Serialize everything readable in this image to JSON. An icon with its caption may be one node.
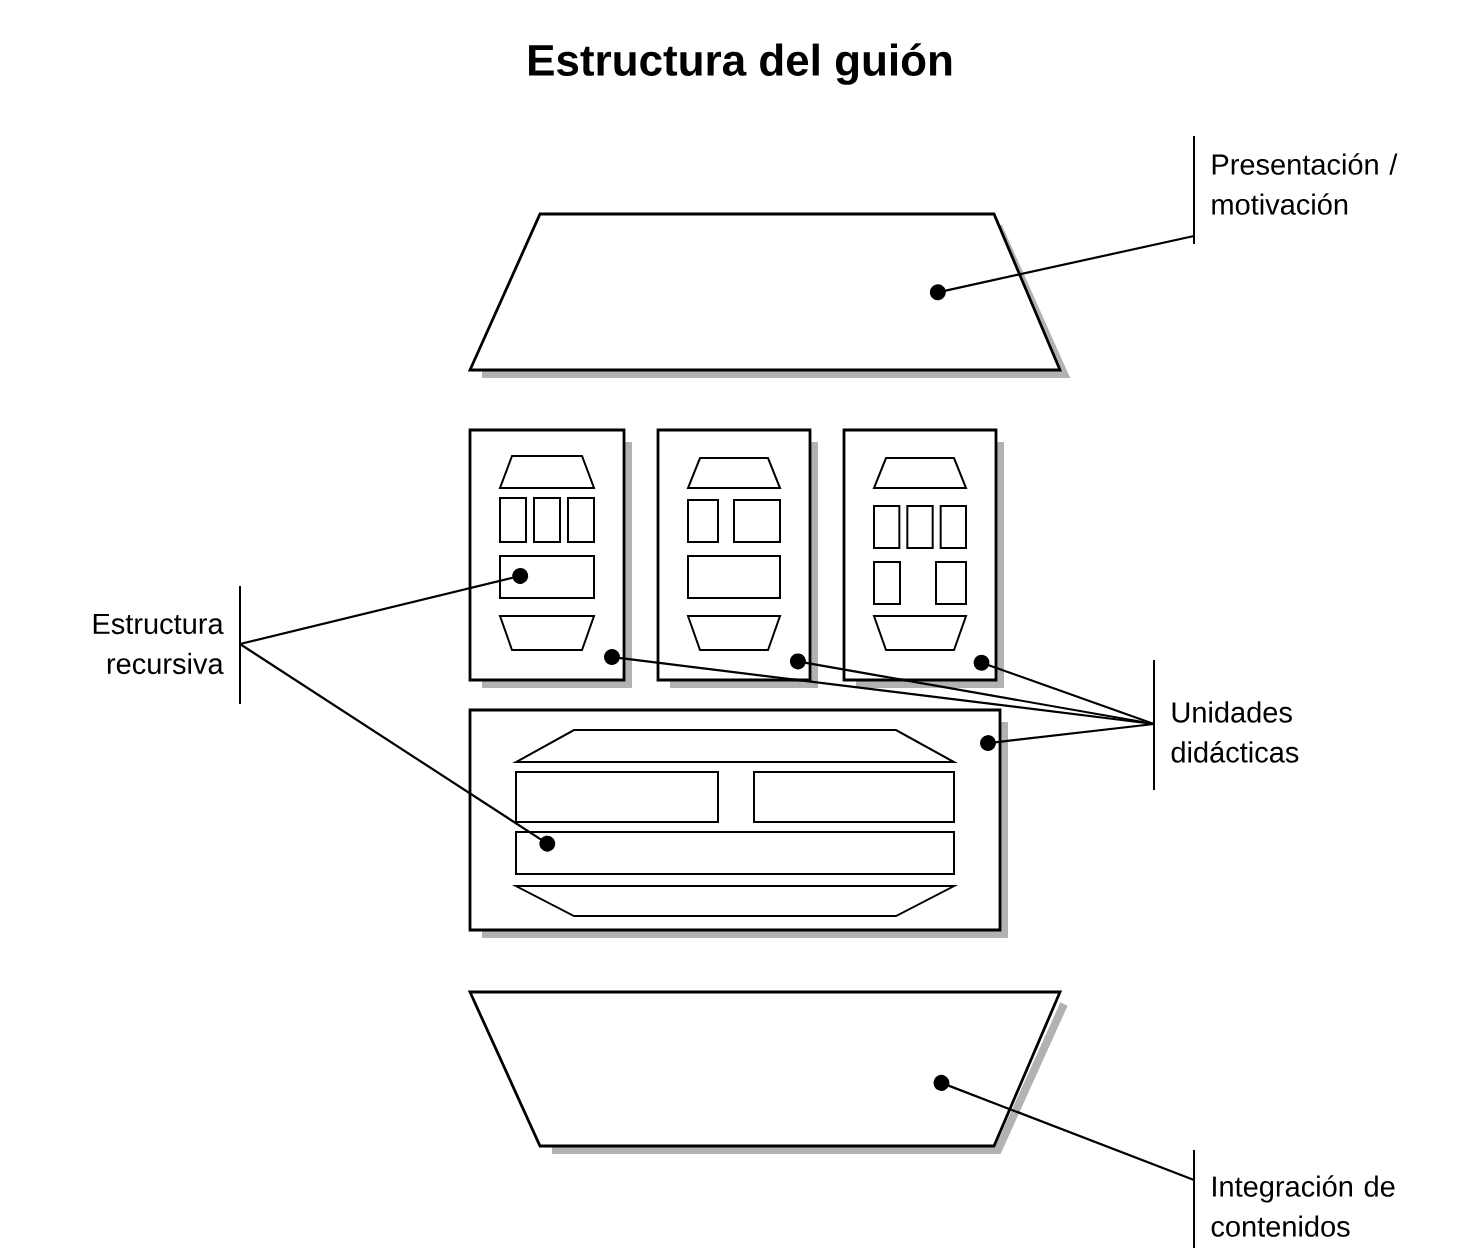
{
  "diagram": {
    "title": "Estructura del guión",
    "nodes": [
      {
        "text": [
          "Presentación / motivación"
        ]
      },
      {
        "text": [],
        "shape": "trapezoid"
      },
      {
        "text": [
          "Estructura recursiva"
        ]
      },
      {
        "text": [],
        "shape": "box"
      },
      {
        "text": [],
        "shape": "box",
        "in": 3
      },
      {
        "text": [],
        "shape": "box"
      },
      {
        "text": [],
        "shape": "box"
      },
      {
        "text": [
          "Unidades didácticas"
        ]
      },
      {
        "text": [],
        "shape": "box"
      },
      {
        "text": [],
        "shape": "box",
        "in": 8
      },
      {
        "text": [],
        "shape": "trapezoid"
      },
      {
        "text": [
          "Integración de contenidos"
        ]
      }
    ],
    "edges": [
      {
        "from": 0,
        "to": 1,
        "arrow": "other"
      },
      {
        "from": 2,
        "to": 4,
        "arrow": "other"
      },
      {
        "from": 2,
        "to": 9,
        "arrow": "other"
      },
      {
        "from": 7,
        "to": 3,
        "arrow": "other"
      },
      {
        "from": 7,
        "to": 5,
        "arrow": "other"
      },
      {
        "from": 7,
        "to": 6,
        "arrow": "other"
      },
      {
        "from": 7,
        "to": 8,
        "arrow": "other"
      },
      {
        "from": 11,
        "to": 10,
        "arrow": "other"
      }
    ]
  }
}
